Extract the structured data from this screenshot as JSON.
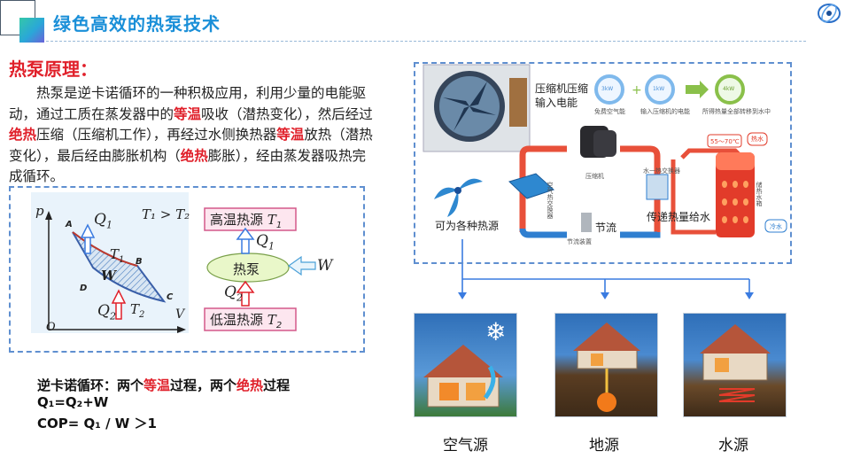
{
  "header": {
    "title": "绿色高效的热泵技术"
  },
  "principle": {
    "title": "热泵原理：",
    "paragraph": [
      {
        "t": "热泵是逆卡诺循环的一种积极应用，利用少量的电能驱动，通过工质在蒸发器中的",
        "red": false
      },
      {
        "t": "等温",
        "red": true
      },
      {
        "t": "吸收（潜热变化），然后经过",
        "red": false
      },
      {
        "t": "绝热",
        "red": true
      },
      {
        "t": "压缩（压缩机工作），再经过水侧换热器",
        "red": false
      },
      {
        "t": "等温",
        "red": true
      },
      {
        "t": "放热（潜热变化），最后经由膨胀机构（",
        "red": false
      },
      {
        "t": "绝热",
        "red": true
      },
      {
        "t": "膨胀），经由蒸发器吸热完成循环。",
        "red": false
      }
    ]
  },
  "pv_diagram": {
    "axis_p": "p",
    "axis_v": "V",
    "origin": "O",
    "relation": "T₁ > T₂",
    "points": [
      "A",
      "B",
      "C",
      "D"
    ],
    "q1": "Q",
    "q1_sub": "1",
    "q2": "Q",
    "q2_sub": "2",
    "t1": "T",
    "t1_sub": "1",
    "t2": "T",
    "t2_sub": "2",
    "work": "W"
  },
  "pump_diagram": {
    "high_source": "高温热源",
    "high_T": "T",
    "high_sub": "1",
    "low_source": "低温热源",
    "low_T": "T",
    "low_sub": "2",
    "pump": "热泵",
    "work": "W",
    "q1": "Q",
    "q1_sub": "1",
    "q2": "Q",
    "q2_sub": "2"
  },
  "formulas": {
    "carnot_prefix": "逆卡诺循环：两个",
    "carnot_iso": "等温",
    "carnot_mid": "过程，两个",
    "carnot_adi": "绝热",
    "carnot_suffix": "过程",
    "balance": "Q₁=Q₂+W",
    "cop": "COP= Q₁ / W ＞1"
  },
  "system": {
    "compressor_power": "压缩机压缩\n输入电能",
    "heat_sources": "可为各种热源",
    "throttle": "节流",
    "water_supply": "传递热量给水",
    "energy_1": "3kW",
    "energy_1_label": "免费空气能",
    "energy_2": "1kW",
    "energy_2_label": "输入压缩机的电能",
    "energy_3": "4kW",
    "energy_3_label": "所得热量全部转移到水中",
    "temp_range": "55～70℃",
    "hot_water": "热水",
    "cold_water": "冷水",
    "tag_compressor": "压缩机",
    "tag_evaporator": "空气热交换器",
    "tag_water_hx": "水一热交换器",
    "tag_valve": "节流装置",
    "tag_tank": "储热水箱"
  },
  "sources": [
    {
      "label": "空气源"
    },
    {
      "label": "地源"
    },
    {
      "label": "水源"
    }
  ],
  "colors": {
    "title_blue": "#1a8fd8",
    "accent_red": "#e0202a",
    "frame_blue": "#5f8fd0",
    "loop_red": "#e8503a",
    "loop_blue": "#2f7fd0"
  }
}
